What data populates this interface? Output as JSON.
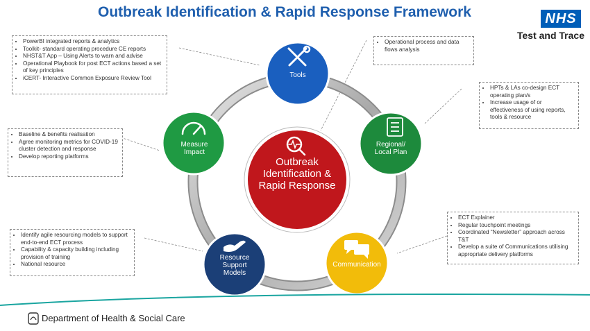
{
  "title": "Outbreak Identification & Rapid Response Framework",
  "brand": {
    "logo_text": "NHS",
    "subtitle": "Test and Trace"
  },
  "center": {
    "label": "Outbreak Identification & Rapid Response",
    "color": "#c0171c"
  },
  "nodes": {
    "tools": {
      "label": "Tools",
      "color": "#1a5fbf"
    },
    "regional": {
      "label": "Regional/ Local Plan",
      "color": "#1d8a3c"
    },
    "communication": {
      "label": "Communication",
      "color": "#f2bc0a"
    },
    "resource": {
      "label": "Resource Support Models",
      "color": "#1b3f77"
    },
    "measure": {
      "label": "Measure Impact",
      "color": "#1f9a43"
    }
  },
  "notes": {
    "tools": [
      "PowerBI integrated reports & analytics",
      "Toolkit- standard operating procedure CE reports",
      "NHST&T App – Using Alerts to warn and advise",
      "Operational Playbook for post ECT actions based a set of key principles",
      "iCERT- Interactive Common Exposure Review Tool"
    ],
    "center": [
      "Operational process and data flows analysis"
    ],
    "regional": [
      "HPTs & LAs co-design ECT operating plan/s",
      "Increase usage of or effectiveness of using reports, tools & resource"
    ],
    "measure": [
      "Baseline & benefits realisation",
      "Agree monitoring metrics for COVID-19 cluster detection and response",
      "Develop reporting platforms"
    ],
    "communication": [
      "ECT Explainer",
      "Regular touchpoint meetings",
      "Coordinated “Newsletter” approach across T&T",
      "Develop a suite of Communications utilising appropriate delivery platforms"
    ],
    "resource": [
      "Identify agile resourcing models to support end-to-end ECT process",
      "Capability & capacity building including provision of training",
      "National resource"
    ]
  },
  "footer": "Department of Health & Social Care"
}
